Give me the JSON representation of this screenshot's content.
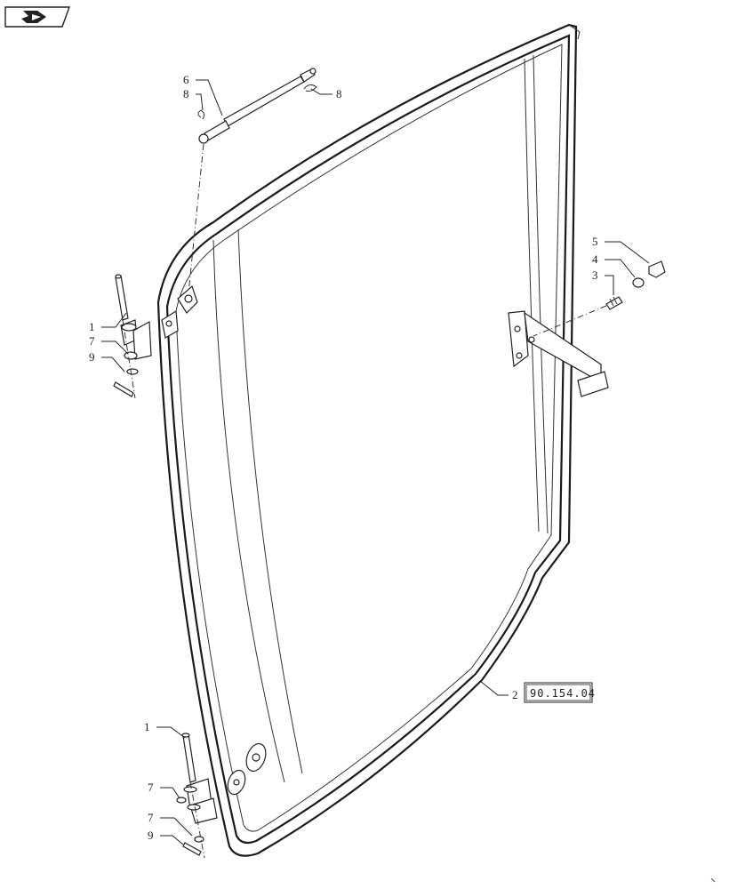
{
  "diagram": {
    "reference_box": "90.154.04",
    "callouts": {
      "c1_top": "1",
      "c7_top": "7",
      "c9_top": "9",
      "c6": "6",
      "c8_left": "8",
      "c8_right": "8",
      "c5": "5",
      "c4": "4",
      "c3": "3",
      "c2": "2",
      "c1_bottom": "1",
      "c7_bottom_a": "7",
      "c7_bottom_b": "7",
      "c9_bottom": "9"
    }
  }
}
